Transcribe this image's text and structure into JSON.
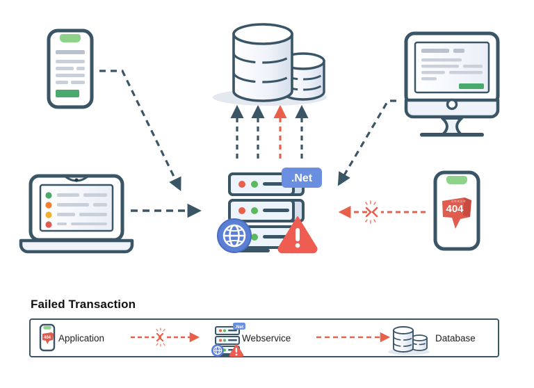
{
  "diagram": {
    "title": "Failed Transaction",
    "type": "architecture-flow-diagram",
    "badge": {
      "label": ".Net"
    },
    "error_device": {
      "code": "404",
      "sublabel": "ERROR"
    },
    "colors": {
      "navy": "#3a5566",
      "navy_dark": "#2f4858",
      "red": "#e8604c",
      "red_soft": "#ef5d52",
      "blue_badge": "#6a8fe0",
      "globe_blue": "#5b7fd4",
      "green": "#54b46d",
      "amber": "#f0a630",
      "orange": "#f07f30",
      "light_fill": "#eef2f9",
      "gray_line": "#c9d0d9",
      "shadow": "#e4e8ef"
    },
    "nodes": [
      {
        "id": "phone-top-left",
        "name": "mobile-application",
        "type": "phone"
      },
      {
        "id": "laptop-left",
        "name": "laptop-client",
        "type": "laptop"
      },
      {
        "id": "database-top",
        "name": "database-cluster",
        "type": "database"
      },
      {
        "id": "webservice-center",
        "name": "webservice-stack",
        "type": "server-stack"
      },
      {
        "id": "monitor-right",
        "name": "desktop-monitor",
        "type": "monitor"
      },
      {
        "id": "phone-404",
        "name": "mobile-error-404",
        "type": "phone-error"
      }
    ],
    "connectors": [
      {
        "id": "phone-to-webservice",
        "style": "dashed",
        "color": "navy",
        "direction": "right-down"
      },
      {
        "id": "laptop-to-webservice",
        "style": "dashed",
        "color": "navy",
        "direction": "right"
      },
      {
        "id": "monitor-to-webservice",
        "style": "dashed",
        "color": "navy",
        "direction": "left-down"
      },
      {
        "id": "error-phone-to-webservice",
        "style": "dashed-broken",
        "color": "red",
        "direction": "left"
      },
      {
        "id": "webservice-to-db-1",
        "style": "dashed",
        "color": "navy",
        "direction": "up"
      },
      {
        "id": "webservice-to-db-2",
        "style": "dashed",
        "color": "navy",
        "direction": "up"
      },
      {
        "id": "webservice-to-db-3",
        "style": "dashed",
        "color": "red",
        "direction": "up"
      },
      {
        "id": "webservice-to-db-4",
        "style": "dashed",
        "color": "navy",
        "direction": "up"
      }
    ]
  },
  "legend": {
    "title": "Failed Transaction",
    "items": [
      {
        "icon": "phone-error-icon",
        "label": "Application"
      },
      {
        "icon": "server-stack-icon",
        "label": "Webservice"
      },
      {
        "icon": "database-icon",
        "label": "Database"
      }
    ],
    "connectors": [
      {
        "id": "legend-arrow-1",
        "style": "dashed-broken",
        "color": "red"
      },
      {
        "id": "legend-arrow-2",
        "style": "dashed",
        "color": "red"
      }
    ]
  }
}
